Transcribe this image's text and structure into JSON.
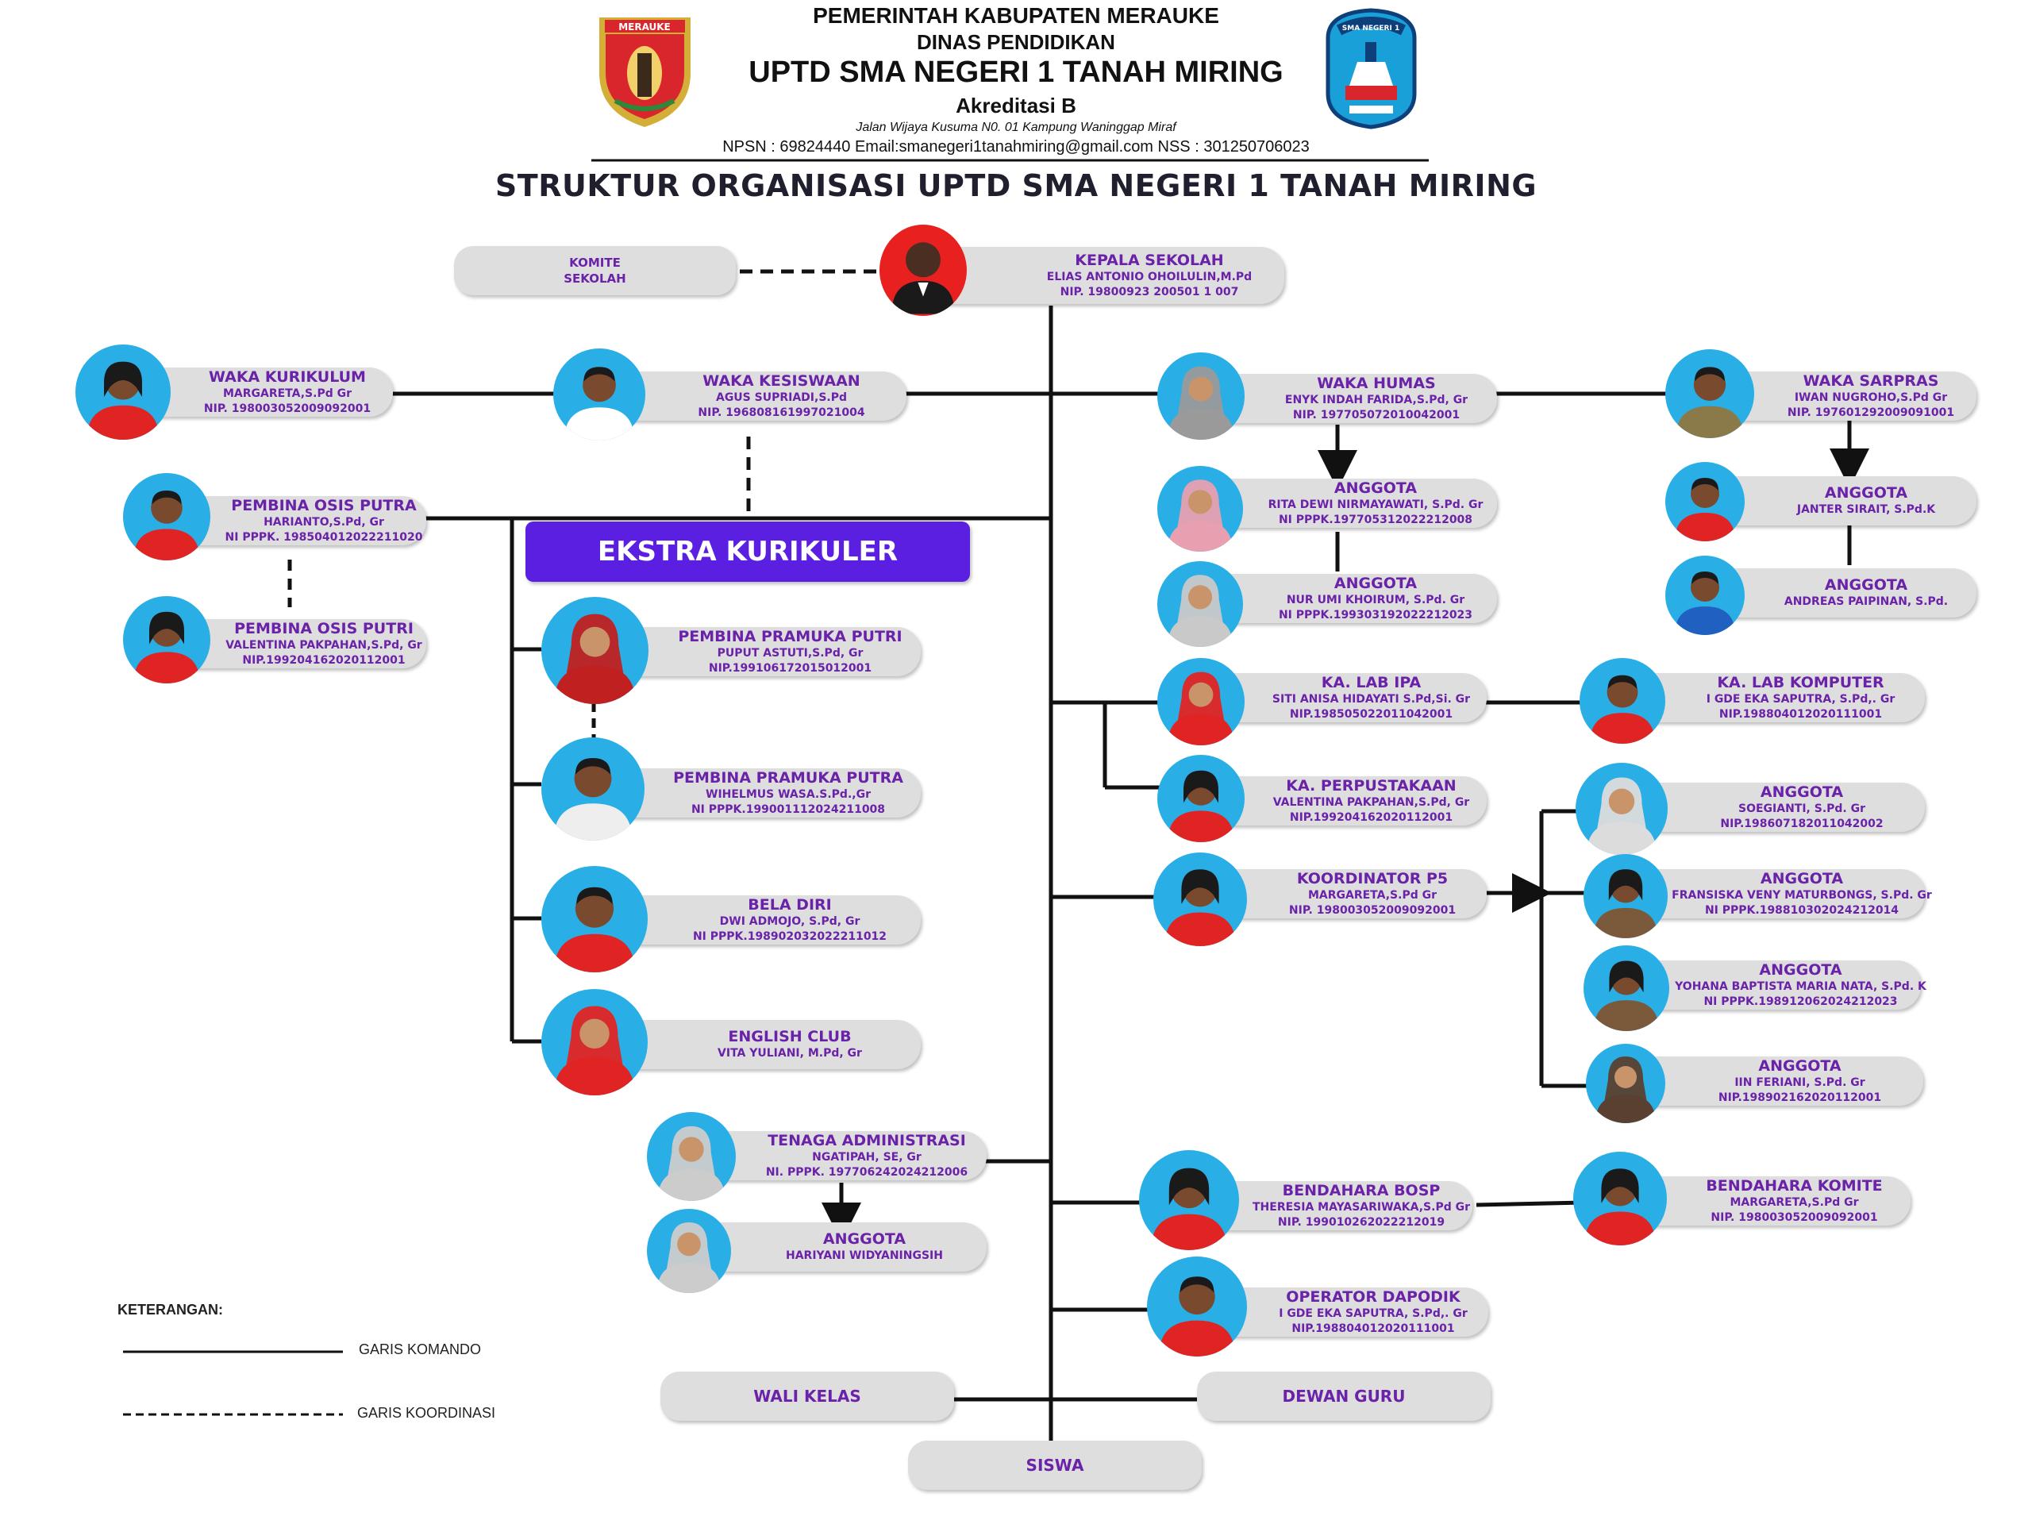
{
  "header": {
    "line1": "PEMERINTAH KABUPATEN MERAUKE",
    "line2": "DINAS PENDIDIKAN",
    "line3": "UPTD SMA NEGERI 1 TANAH MIRING",
    "line4": "Akreditasi B",
    "line5": "Jalan Wijaya Kusuma N0. 01  Kampung Waninggap Miraf",
    "line6": "NPSN : 69824440 Email:smanegeri1tanahmiring@gmail.com NSS : 301250706023",
    "left_logo_text": "MERAUKE",
    "right_logo_text": "SMA NEGERI 1"
  },
  "chart_title": "STRUKTUR ORGANISASI UPTD SMA NEGERI 1 TANAH MIRING",
  "ekstra_label": "EKSTRA KURIKULER",
  "komite": {
    "line1": "KOMITE",
    "line2": "SEKOLAH"
  },
  "kepala": {
    "role": "KEPALA SEKOLAH",
    "name": "ELIAS ANTONIO OHOILULIN,M.Pd",
    "nip": "NIP. 19800923 200501 1 007"
  },
  "waka_kurikulum": {
    "role": "WAKA KURIKULUM",
    "name": "MARGARETA,S.Pd Gr",
    "nip": "NIP. 198003052009092001"
  },
  "waka_kesiswaan": {
    "role": "WAKA KESISWAAN",
    "name": "AGUS SUPRIADI,S.Pd",
    "nip": "NIP. 196808161997021004"
  },
  "waka_humas": {
    "role": "WAKA HUMAS",
    "name": "ENYK INDAH FARIDA,S.Pd, Gr",
    "nip": "NIP. 197705072010042001"
  },
  "waka_sarpras": {
    "role": "WAKA SARPRAS",
    "name": "IWAN NUGROHO,S.Pd Gr",
    "nip": "NIP. 197601292009091001"
  },
  "pembina_osis_putra": {
    "role": "PEMBINA OSIS PUTRA",
    "name": "HARIANTO,S.Pd, Gr",
    "nip": "NI PPPK. 198504012022211020"
  },
  "pembina_osis_putri": {
    "role": "PEMBINA OSIS PUTRI",
    "name": "VALENTINA PAKPAHAN,S.Pd, Gr",
    "nip": "NIP.199204162020112001"
  },
  "anggota_humas_1": {
    "role": "ANGGOTA",
    "name": "RITA DEWI NIRMAYAWATI, S.Pd. Gr",
    "nip": "NI PPPK.197705312022212008"
  },
  "anggota_humas_2": {
    "role": "ANGGOTA",
    "name": "NUR UMI KHOIRUM, S.Pd. Gr",
    "nip": "NI PPPK.199303192022212023"
  },
  "anggota_sarpras_1": {
    "role": "ANGGOTA",
    "name": "JANTER SIRAIT, S.Pd.K",
    "nip": ""
  },
  "anggota_sarpras_2": {
    "role": "ANGGOTA",
    "name": "ANDREAS PAIPINAN, S.Pd.",
    "nip": ""
  },
  "pramuka_putri": {
    "role": "PEMBINA PRAMUKA PUTRI",
    "name": "PUPUT ASTUTI,S.Pd, Gr",
    "nip": "NIP.199106172015012001"
  },
  "pramuka_putra": {
    "role": "PEMBINA PRAMUKA PUTRA",
    "name": "WIHELMUS WASA.S.Pd.,Gr",
    "nip": "NI PPPK.199001112024211008"
  },
  "bela_diri": {
    "role": "BELA DIRI",
    "name": "DWI ADMOJO, S.Pd, Gr",
    "nip": "NI PPPK.198902032022211012"
  },
  "english_club": {
    "role": "ENGLISH CLUB",
    "name": "VITA YULIANI, M.Pd, Gr",
    "nip": ""
  },
  "lab_ipa": {
    "role": "KA. LAB IPA",
    "name": "SITI ANISA HIDAYATI S.Pd,Si. Gr",
    "nip": "NIP.198505022011042001"
  },
  "lab_komputer": {
    "role": "KA. LAB KOMPUTER",
    "name": "I GDE EKA SAPUTRA, S.Pd,. Gr",
    "nip": "NIP.198804012020111001"
  },
  "perpustakaan": {
    "role": "KA. PERPUSTAKAAN",
    "name": "VALENTINA PAKPAHAN,S.Pd, Gr",
    "nip": "NIP.199204162020112001"
  },
  "koordinator_p5": {
    "role": "KOORDINATOR P5",
    "name": "MARGARETA,S.Pd Gr",
    "nip": "NIP. 198003052009092001"
  },
  "p5_anggota_1": {
    "role": "ANGGOTA",
    "name": "SOEGIANTI, S.Pd. Gr",
    "nip": "NIP.198607182011042002"
  },
  "p5_anggota_2": {
    "role": "ANGGOTA",
    "name": "FRANSISKA VENY MATURBONGS, S.Pd. Gr",
    "nip": "NI PPPK.198810302024212014"
  },
  "p5_anggota_3": {
    "role": "ANGGOTA",
    "name": "YOHANA BAPTISTA MARIA NATA, S.Pd. K",
    "nip": "NI PPPK.198912062024212023"
  },
  "p5_anggota_4": {
    "role": "ANGGOTA",
    "name": "IIN FERIANI, S.Pd. Gr",
    "nip": "NIP.198902162020112001"
  },
  "tenaga_admin": {
    "role": "TENAGA ADMINISTRASI",
    "name": "NGATIPAH, SE, Gr",
    "nip": "NI. PPPK. 197706242024212006"
  },
  "admin_anggota": {
    "role": "ANGGOTA",
    "name": "HARIYANI WIDYANINGSIH",
    "nip": ""
  },
  "bendahara_bosp": {
    "role": "BENDAHARA BOSP",
    "name": "THERESIA MAYASARIWAKA,S.Pd Gr",
    "nip": "NIP. 199010262022212019"
  },
  "bendahara_komite": {
    "role": "BENDAHARA KOMITE",
    "name": "MARGARETA,S.Pd Gr",
    "nip": "NIP. 198003052009092001"
  },
  "operator_dapodik": {
    "role": "OPERATOR DAPODIK",
    "name": "I GDE EKA SAPUTRA, S.Pd,. Gr",
    "nip": "NIP.198804012020111001"
  },
  "wali_kelas": "WALI KELAS",
  "dewan_guru": "DEWAN GURU",
  "siswa": "SISWA",
  "legend": {
    "title": "KETERANGAN:",
    "solid": "GARIS KOMANDO",
    "dashed": "GARIS KOORDINASI"
  },
  "colors": {
    "accent": "#6a22a8",
    "banner": "#5a1fe0",
    "photo_bg": "#29aee6",
    "pill": "#dedede"
  }
}
